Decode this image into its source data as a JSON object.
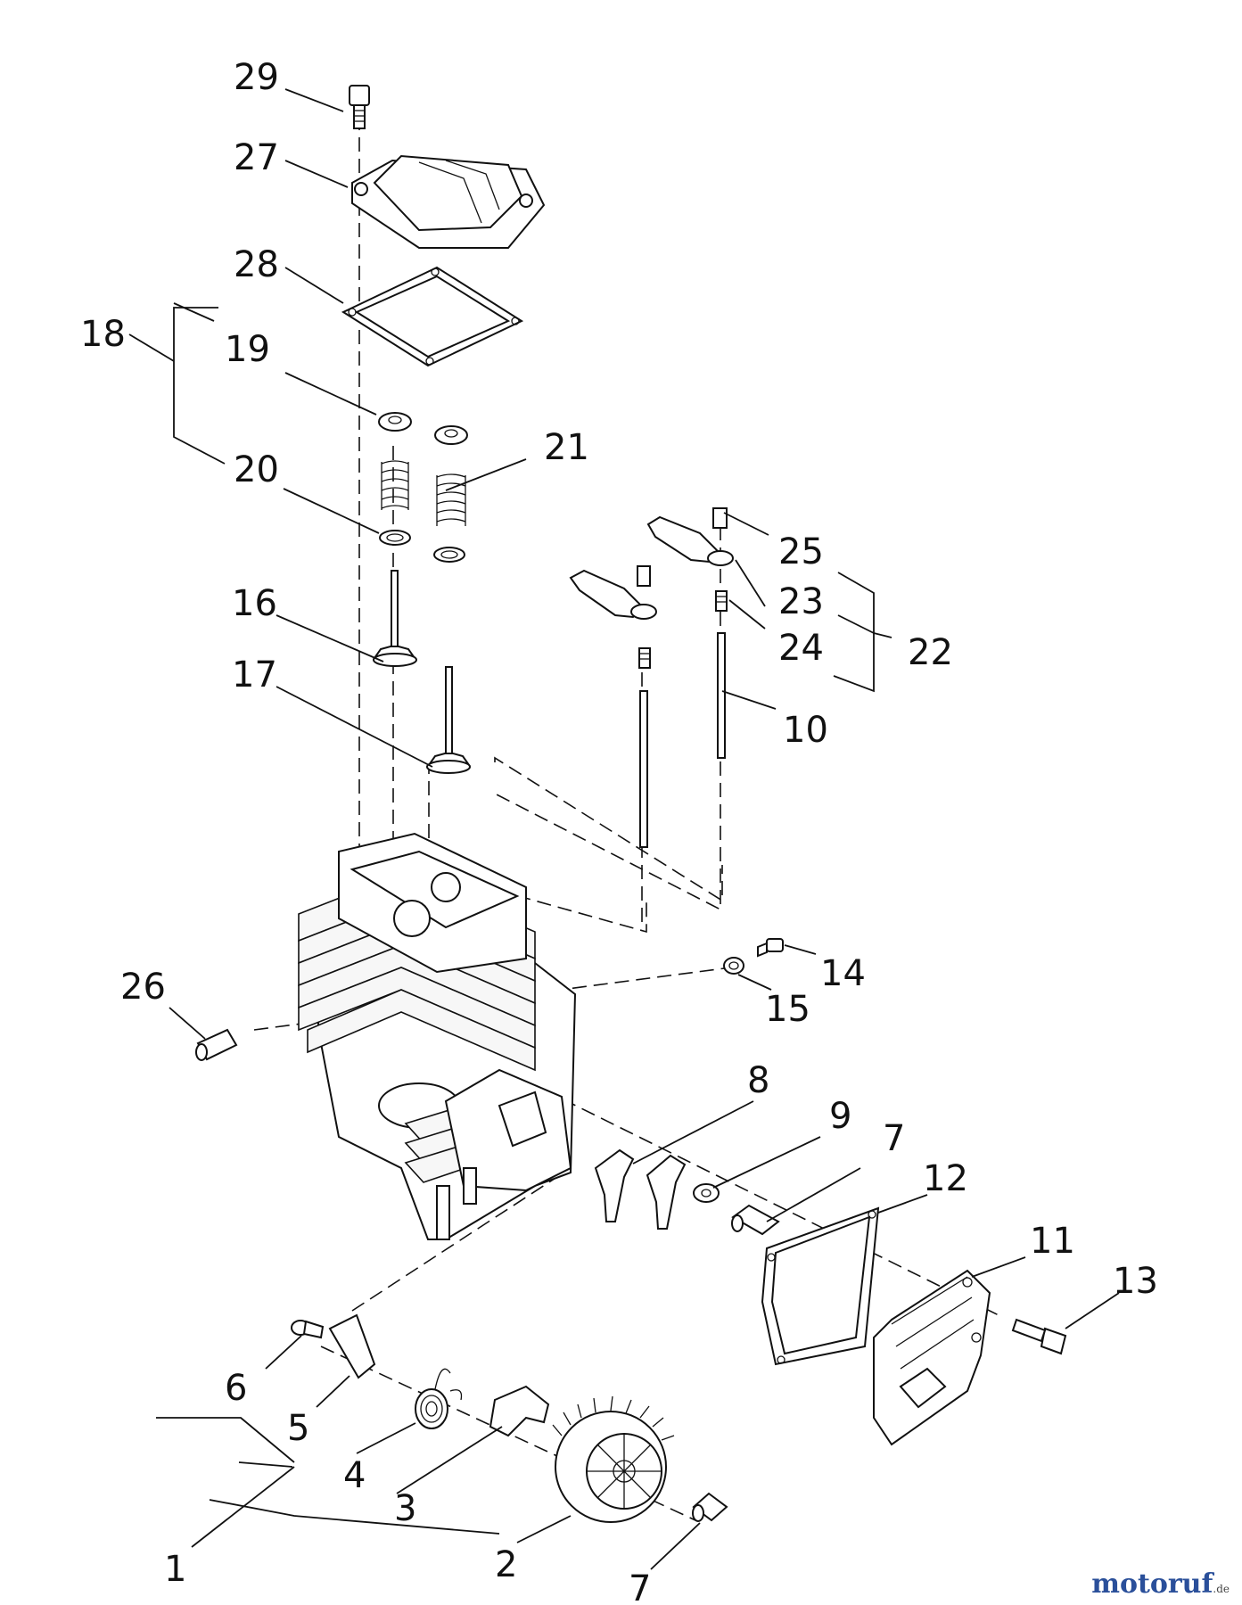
{
  "callouts": {
    "c1": "1",
    "c2": "2",
    "c3": "3",
    "c4": "4",
    "c5": "5",
    "c6": "6",
    "c7a": "7",
    "c7b": "7",
    "c8": "8",
    "c9": "9",
    "c10": "10",
    "c11": "11",
    "c12": "12",
    "c13": "13",
    "c14": "14",
    "c15": "15",
    "c16": "16",
    "c17": "17",
    "c18": "18",
    "c19": "19",
    "c20": "20",
    "c21": "21",
    "c22": "22",
    "c23": "23",
    "c24": "24",
    "c25": "25",
    "c26": "26",
    "c27": "27",
    "c28": "28",
    "c29": "29"
  },
  "watermark": {
    "brand": "motoruf",
    "tld": ".de"
  }
}
